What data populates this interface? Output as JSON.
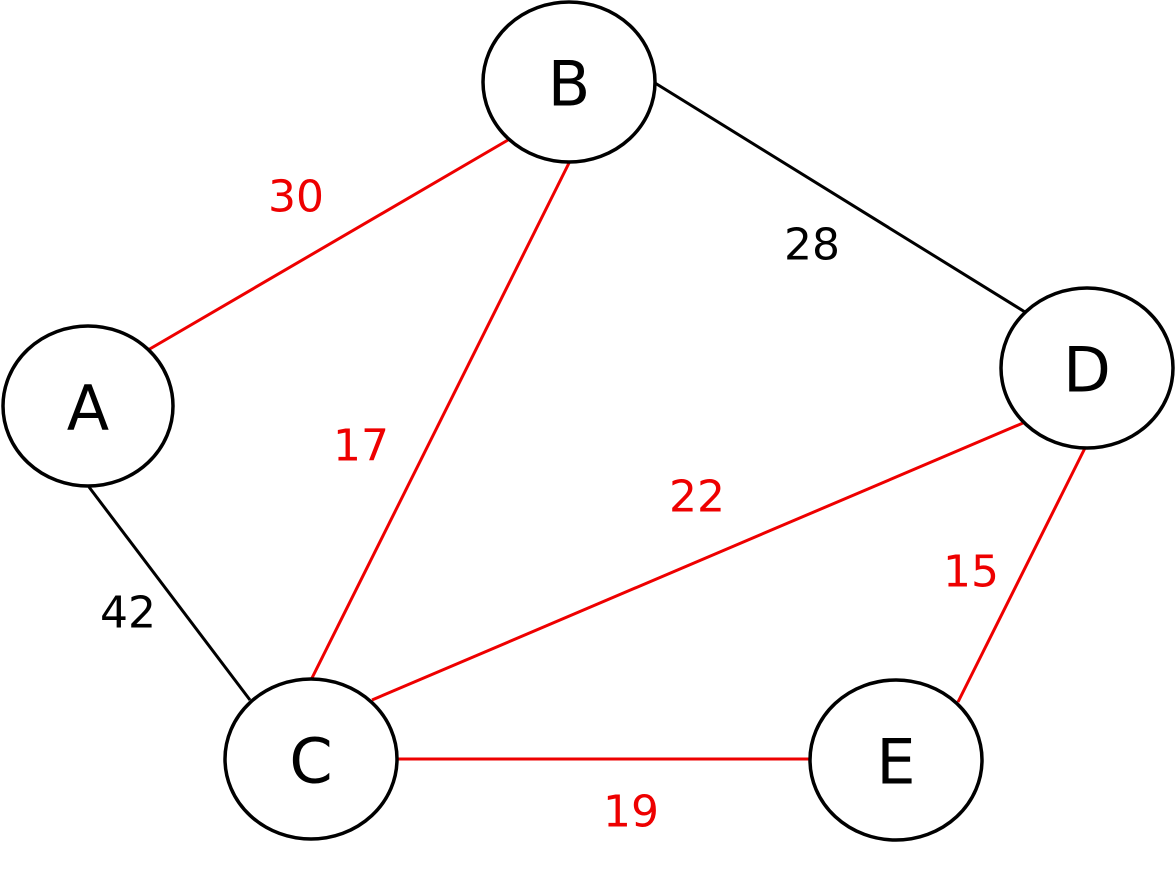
{
  "graph": {
    "colors": {
      "highlight": "#ee0000",
      "normal": "#000000"
    },
    "nodes": [
      {
        "id": "A",
        "label": "A"
      },
      {
        "id": "B",
        "label": "B"
      },
      {
        "id": "C",
        "label": "C"
      },
      {
        "id": "D",
        "label": "D"
      },
      {
        "id": "E",
        "label": "E"
      }
    ],
    "edges": [
      {
        "from": "A",
        "to": "B",
        "weight": "30",
        "highlighted": true
      },
      {
        "from": "B",
        "to": "D",
        "weight": "28",
        "highlighted": false
      },
      {
        "from": "B",
        "to": "C",
        "weight": "17",
        "highlighted": true
      },
      {
        "from": "A",
        "to": "C",
        "weight": "42",
        "highlighted": false
      },
      {
        "from": "C",
        "to": "D",
        "weight": "22",
        "highlighted": true
      },
      {
        "from": "D",
        "to": "E",
        "weight": "15",
        "highlighted": true
      },
      {
        "from": "C",
        "to": "E",
        "weight": "19",
        "highlighted": true
      }
    ]
  }
}
